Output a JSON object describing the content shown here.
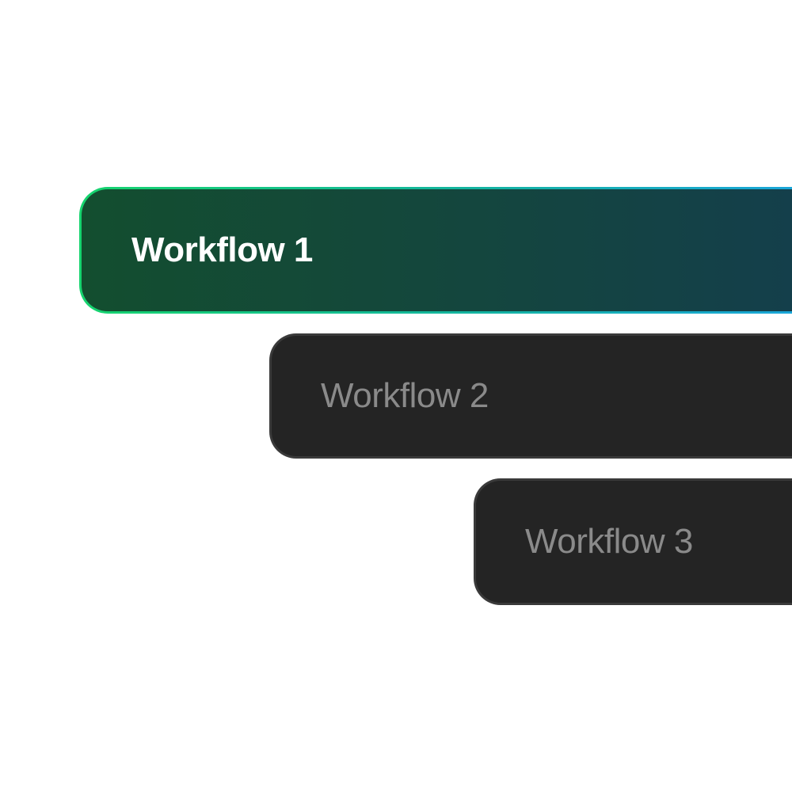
{
  "workflows": [
    {
      "label": "Workflow 1",
      "state": "active"
    },
    {
      "label": "Workflow 2",
      "state": "inactive"
    },
    {
      "label": "Workflow 3",
      "state": "inactive"
    }
  ],
  "colors": {
    "active_border_start": "#16d46e",
    "active_border_end": "#1aa6d8",
    "active_fill_start": "#134e2f",
    "active_fill_end": "#143f4b",
    "inactive_fill": "#242424",
    "inactive_border": "#3a3a3a",
    "inactive_text": "#8a8a8a",
    "active_text": "#ffffff",
    "background": "#ffffff"
  }
}
